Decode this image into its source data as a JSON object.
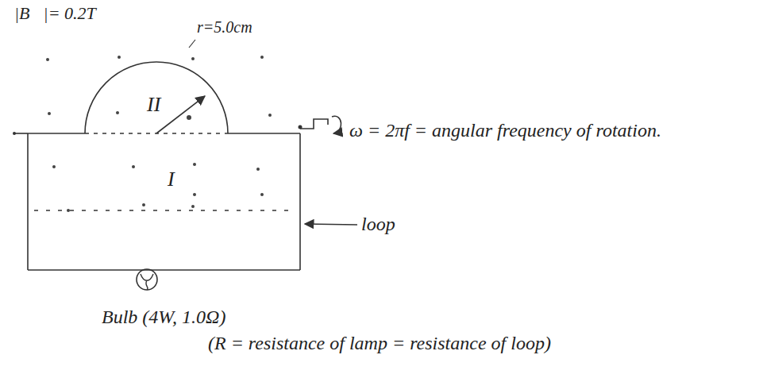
{
  "diagram": {
    "nodes": [
      {
        "text": [
          "I"
        ]
      },
      {
        "text": [
          "II"
        ]
      }
    ],
    "labels": [
      "|B⃗|= 0.2T",
      "r=5.0cm",
      "ω = 2πf = angular frequency of rotation.",
      "loop",
      "Bulb (4W, 1.0Ω)",
      "(R = resistance of lamp = resistance of loop)"
    ]
  }
}
